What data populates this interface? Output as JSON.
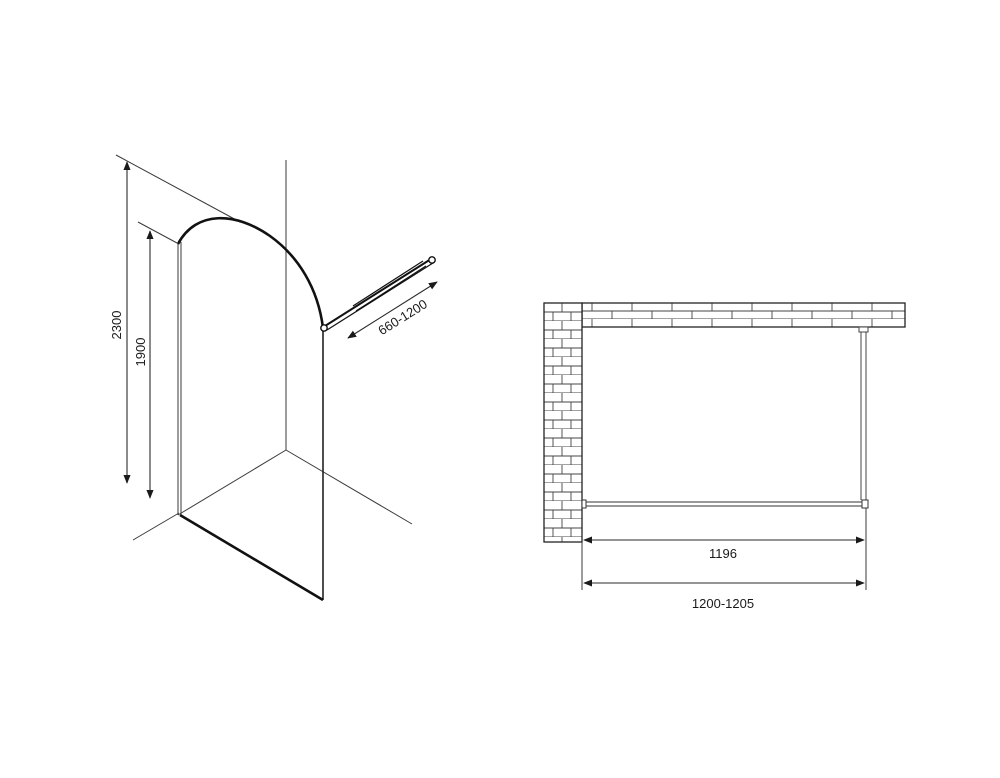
{
  "iso_view": {
    "dims": {
      "total_height": "2300",
      "panel_height": "1900",
      "arm_length": "660-1200"
    }
  },
  "plan_view": {
    "dims": {
      "panel_width": "1196",
      "overall_width": "1200-1205"
    }
  }
}
